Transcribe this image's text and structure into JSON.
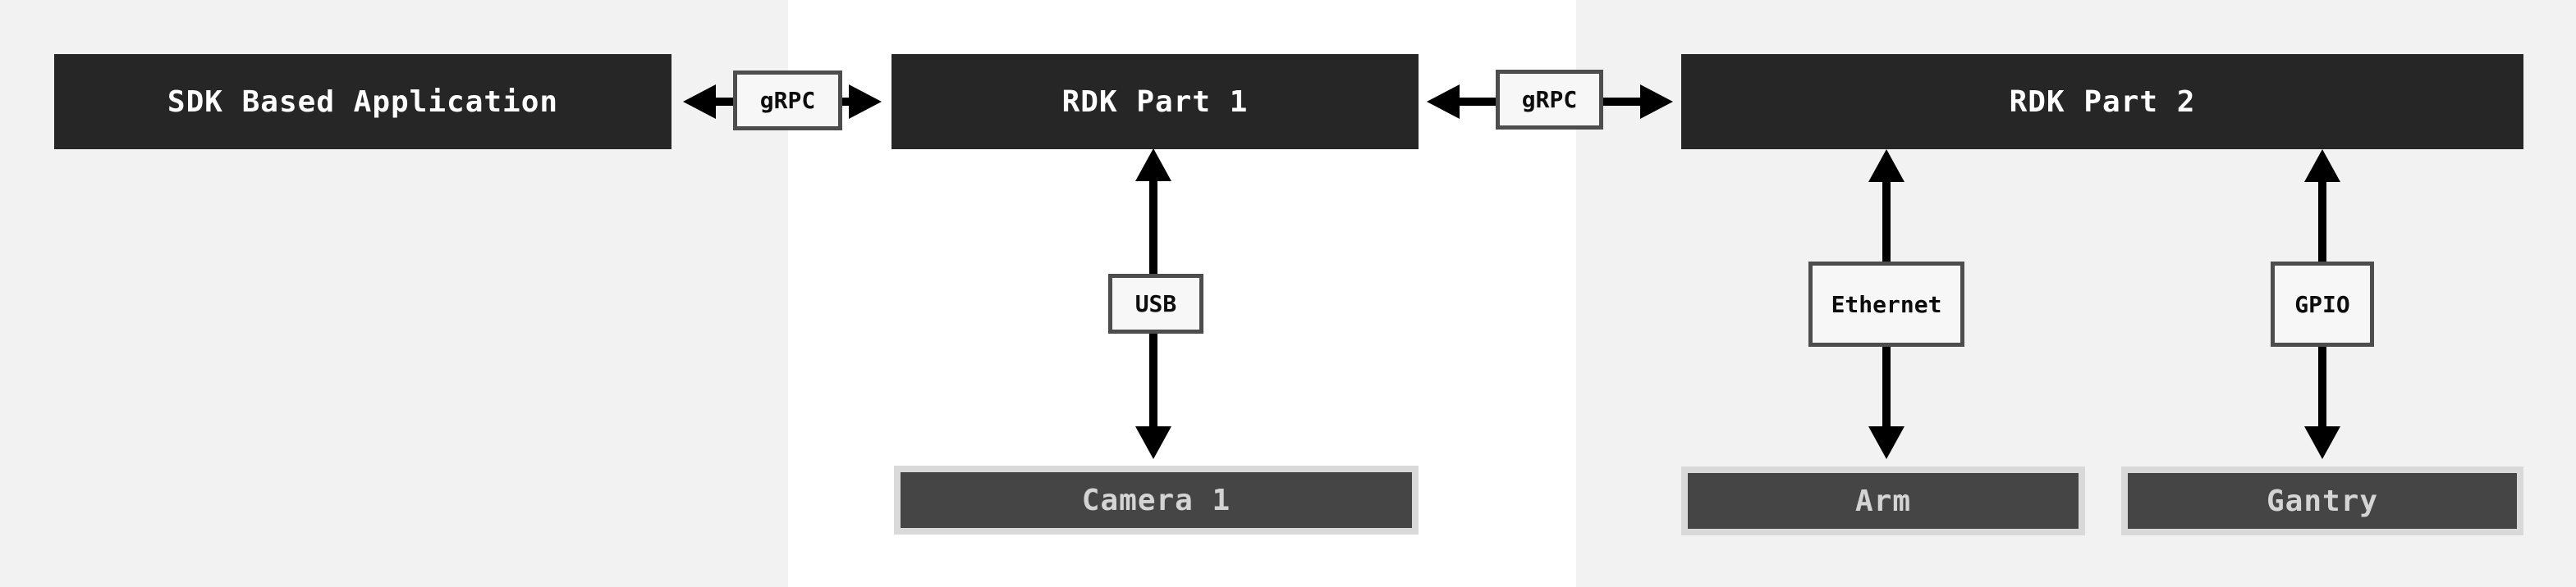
{
  "nodes": [
    {
      "id": "sdk-based-application",
      "label": "SDK Based Application",
      "type": "process"
    },
    {
      "id": "rdk-part-1",
      "label": "RDK Part 1",
      "type": "process"
    },
    {
      "id": "rdk-part-2",
      "label": "RDK Part 2",
      "type": "process"
    },
    {
      "id": "camera-1",
      "label": "Camera 1",
      "type": "hardware"
    },
    {
      "id": "arm",
      "label": "Arm",
      "type": "hardware"
    },
    {
      "id": "gantry",
      "label": "Gantry",
      "type": "hardware"
    }
  ],
  "edge_labels": [
    {
      "id": "grpc-left",
      "label": "gRPC"
    },
    {
      "id": "grpc-right",
      "label": "gRPC"
    },
    {
      "id": "usb",
      "label": "USB"
    },
    {
      "id": "ethernet",
      "label": "Ethernet"
    },
    {
      "id": "gpio",
      "label": "GPIO"
    }
  ],
  "edges": [
    {
      "from": "SDK Based Application",
      "to": "RDK Part 1",
      "label": "gRPC",
      "direction": "bidirectional"
    },
    {
      "from": "RDK Part 1",
      "to": "RDK Part 2",
      "label": "gRPC",
      "direction": "bidirectional"
    },
    {
      "from": "RDK Part 1",
      "to": "Camera 1",
      "label": "USB",
      "direction": "bidirectional"
    },
    {
      "from": "RDK Part 2",
      "to": "Arm",
      "label": "Ethernet",
      "direction": "bidirectional"
    },
    {
      "from": "RDK Part 2",
      "to": "Gantry",
      "label": "GPIO",
      "direction": "bidirectional"
    }
  ],
  "colors": {
    "background_gray": "#f2f2f2",
    "background_white": "#ffffff",
    "process_box_fill": "#262626",
    "process_box_text": "#ffffff",
    "hardware_box_fill": "#454545",
    "hardware_box_frame": "#d9d9d9",
    "hardware_box_text": "#d4d4d4",
    "label_box_fill": "#f7f7f7",
    "label_box_border": "#4d4d4d",
    "label_box_text": "#0d0d0d",
    "arrow": "#000000"
  }
}
